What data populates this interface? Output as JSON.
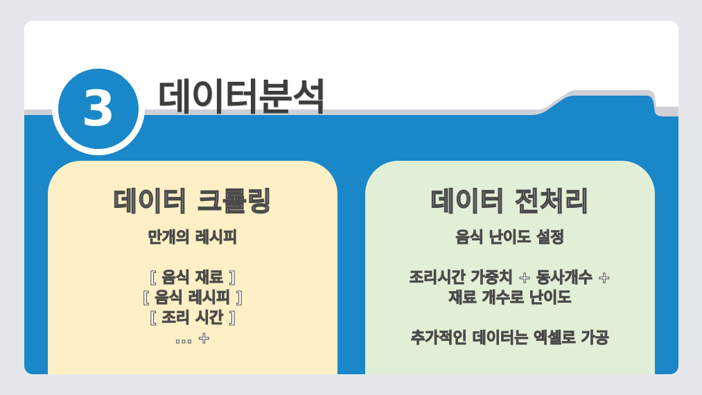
{
  "section": {
    "number": "3",
    "title": "데이터분석"
  },
  "colors": {
    "background": "#e6e7ec",
    "folder_blue": "#1a87c8",
    "folder_tab_gray": "#cfd0d5",
    "card_left": "#fdefc6",
    "card_right": "#e1efd6",
    "title_text": "#3d3d3d"
  },
  "cards": [
    {
      "title": "데이터 크롤링",
      "subtitle": "만개의 레시피",
      "lines": [
        "[ 음식 재료 ]",
        "[ 음식 레시피 ]",
        "[ 조리 시간 ]",
        "... +"
      ]
    },
    {
      "title": "데이터 전처리",
      "subtitle": "음식 난이도 설정",
      "lines": [
        "조리시간 가중치 + 동사개수 +",
        "재료 개수로 난이도"
      ],
      "note": "추가적인 데이터는 엑셀로 가공"
    }
  ]
}
